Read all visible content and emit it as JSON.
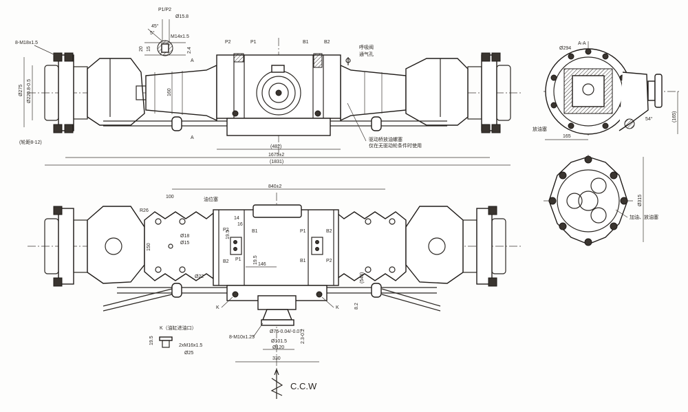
{
  "front_view": {
    "detail_title": "P1/P2",
    "detail_dia": "Ø15.8",
    "detail_angle1": "45°",
    "detail_angle2": "5°",
    "detail_thread": "M14x1.5",
    "detail_h20": "20",
    "detail_h15": "15",
    "detail_d24": "2.4",
    "flange_bolts": "8-M18x1.5",
    "flange_outer": "Ø275",
    "flange_pilot": "Ø220.8-0.5",
    "wheel_note": "(轮距8-12)",
    "spindle_len": "160",
    "section_mark": "A",
    "port_p2": "P2",
    "port_p1": "P1",
    "port_b1": "B1",
    "port_b2": "B2",
    "breather_note1": "呼吸阀",
    "breather_note2": "通气孔",
    "drain_note1": "驱动桥放油螺塞",
    "drain_note2": "仅在无驱动轮条件时使用",
    "dim_housing": "(482)",
    "dim_flange": "1675±2",
    "dim_overall": "(1831)"
  },
  "side_view": {
    "section_title": "A-A",
    "dia": "Ø294",
    "width": "165",
    "height": "(165)",
    "angle": "54°",
    "drain_label": "放油塞"
  },
  "hub_view": {
    "dia": "Ø315",
    "plug_label": "加油、放油塞"
  },
  "top_view": {
    "dim_mount": "840±2",
    "dim_pitch": "100",
    "radius": "R26",
    "level_plug": "油位塞",
    "hole18": "Ø18",
    "hole15": "Ø15",
    "dim_150": "150",
    "hole22": "Ø22",
    "dim_14": "14",
    "dim_16": "16",
    "dim_195a": "19.5",
    "dim_195b": "19.5",
    "dim_146": "146",
    "left_ports": [
      "P2",
      "B1",
      "B2",
      "P1"
    ],
    "right_ports": [
      "P1",
      "B2",
      "B1",
      "P2"
    ],
    "dim_side": "(543)",
    "dim_82": "8.2",
    "k_left": "K",
    "k_right": "K",
    "input_bolts": "8-M10x1.25",
    "input_pilot": "Ø75-0.04/-0.07",
    "input_pcd": "Ø101.5",
    "input_outer": "Ø120",
    "input_step": "2.3-0.2",
    "dim_330": "330",
    "k_detail_title": "K（油缸进油口）",
    "k_h": "19.5",
    "k_thread": "2xM16x1.5",
    "k_dia": "Ø25"
  },
  "rotation": "C.C.W"
}
